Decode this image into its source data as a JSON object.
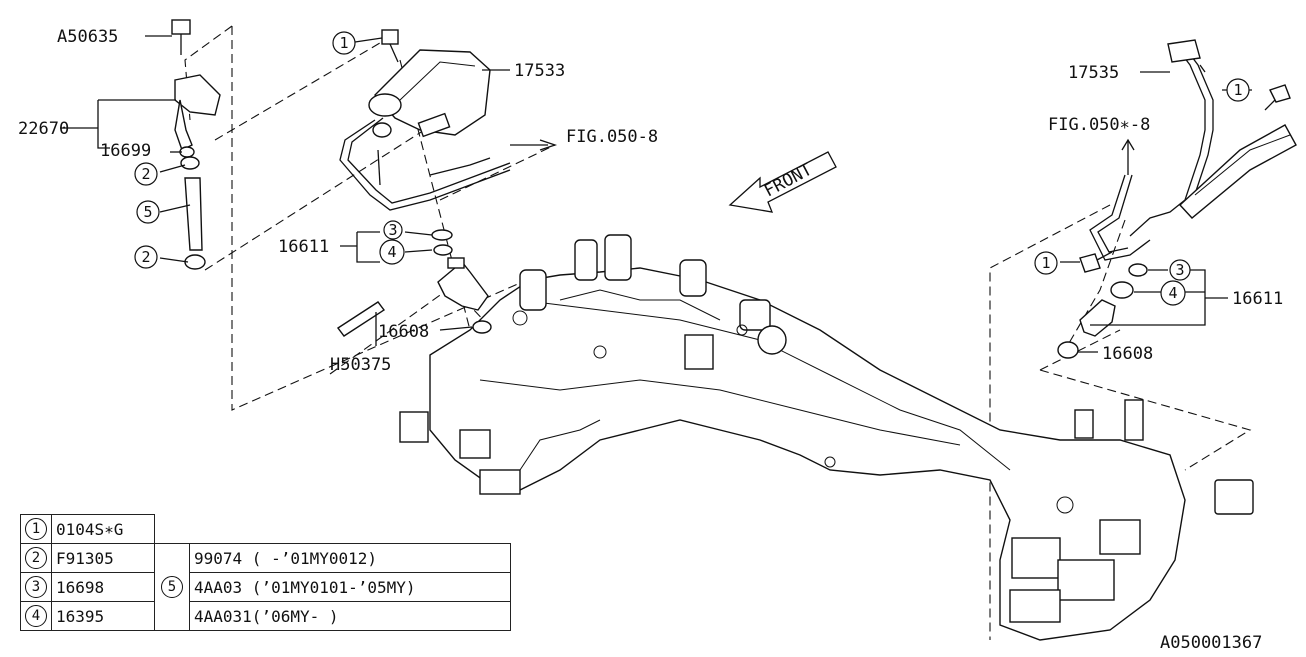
{
  "diagram": {
    "drawing_id": "A050001367",
    "front_label": "FRONT",
    "fig_refs": [
      "FIG.050-8",
      "FIG.050∗-8"
    ],
    "part_labels": {
      "a50635": "A50635",
      "p22670": "22670",
      "p16699": "16699",
      "p17533": "17533",
      "p16611_left": "16611",
      "p16608_left": "16608",
      "h50375": "H50375",
      "p17535": "17535",
      "p16611_right": "16611",
      "p16608_right": "16608"
    },
    "callouts": {
      "c1": "1",
      "c2": "2",
      "c3": "3",
      "c4": "4",
      "c5": "5"
    }
  },
  "legend": {
    "rows": [
      {
        "num": "1",
        "code": "0104S∗G"
      },
      {
        "num": "2",
        "code": "F91305"
      },
      {
        "num": "3",
        "code": "16698"
      },
      {
        "num": "4",
        "code": "16395"
      }
    ],
    "variant_num": "5",
    "variants": [
      "99074 ( -’01MY0012)",
      "4AA03 (’01MY0101-’05MY)",
      "4AA031(’06MY- )"
    ]
  }
}
